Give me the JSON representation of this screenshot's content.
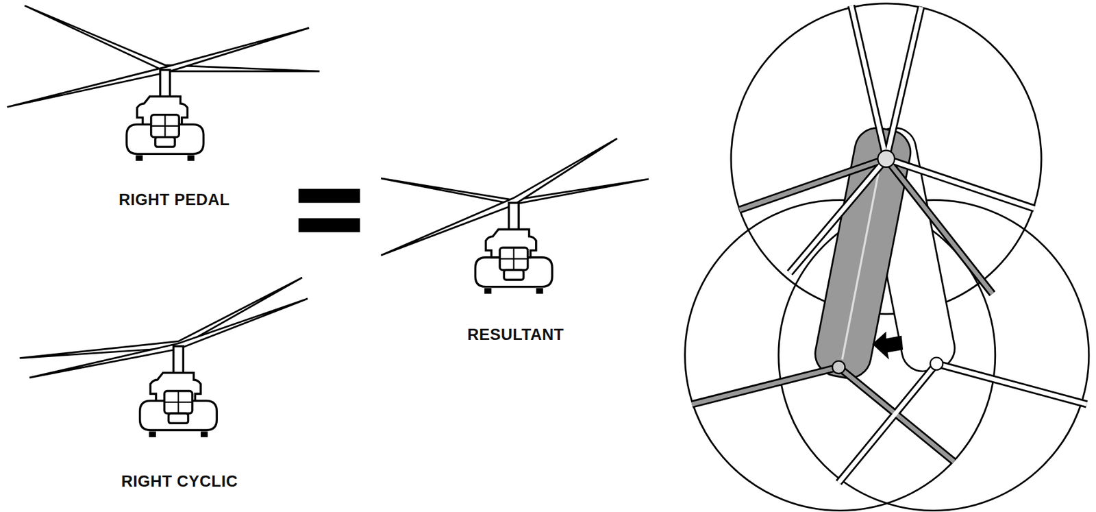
{
  "diagram": {
    "labels": [
      "RIGHT PEDAL",
      "RESULTANT",
      "RIGHT CYCLIC"
    ]
  }
}
